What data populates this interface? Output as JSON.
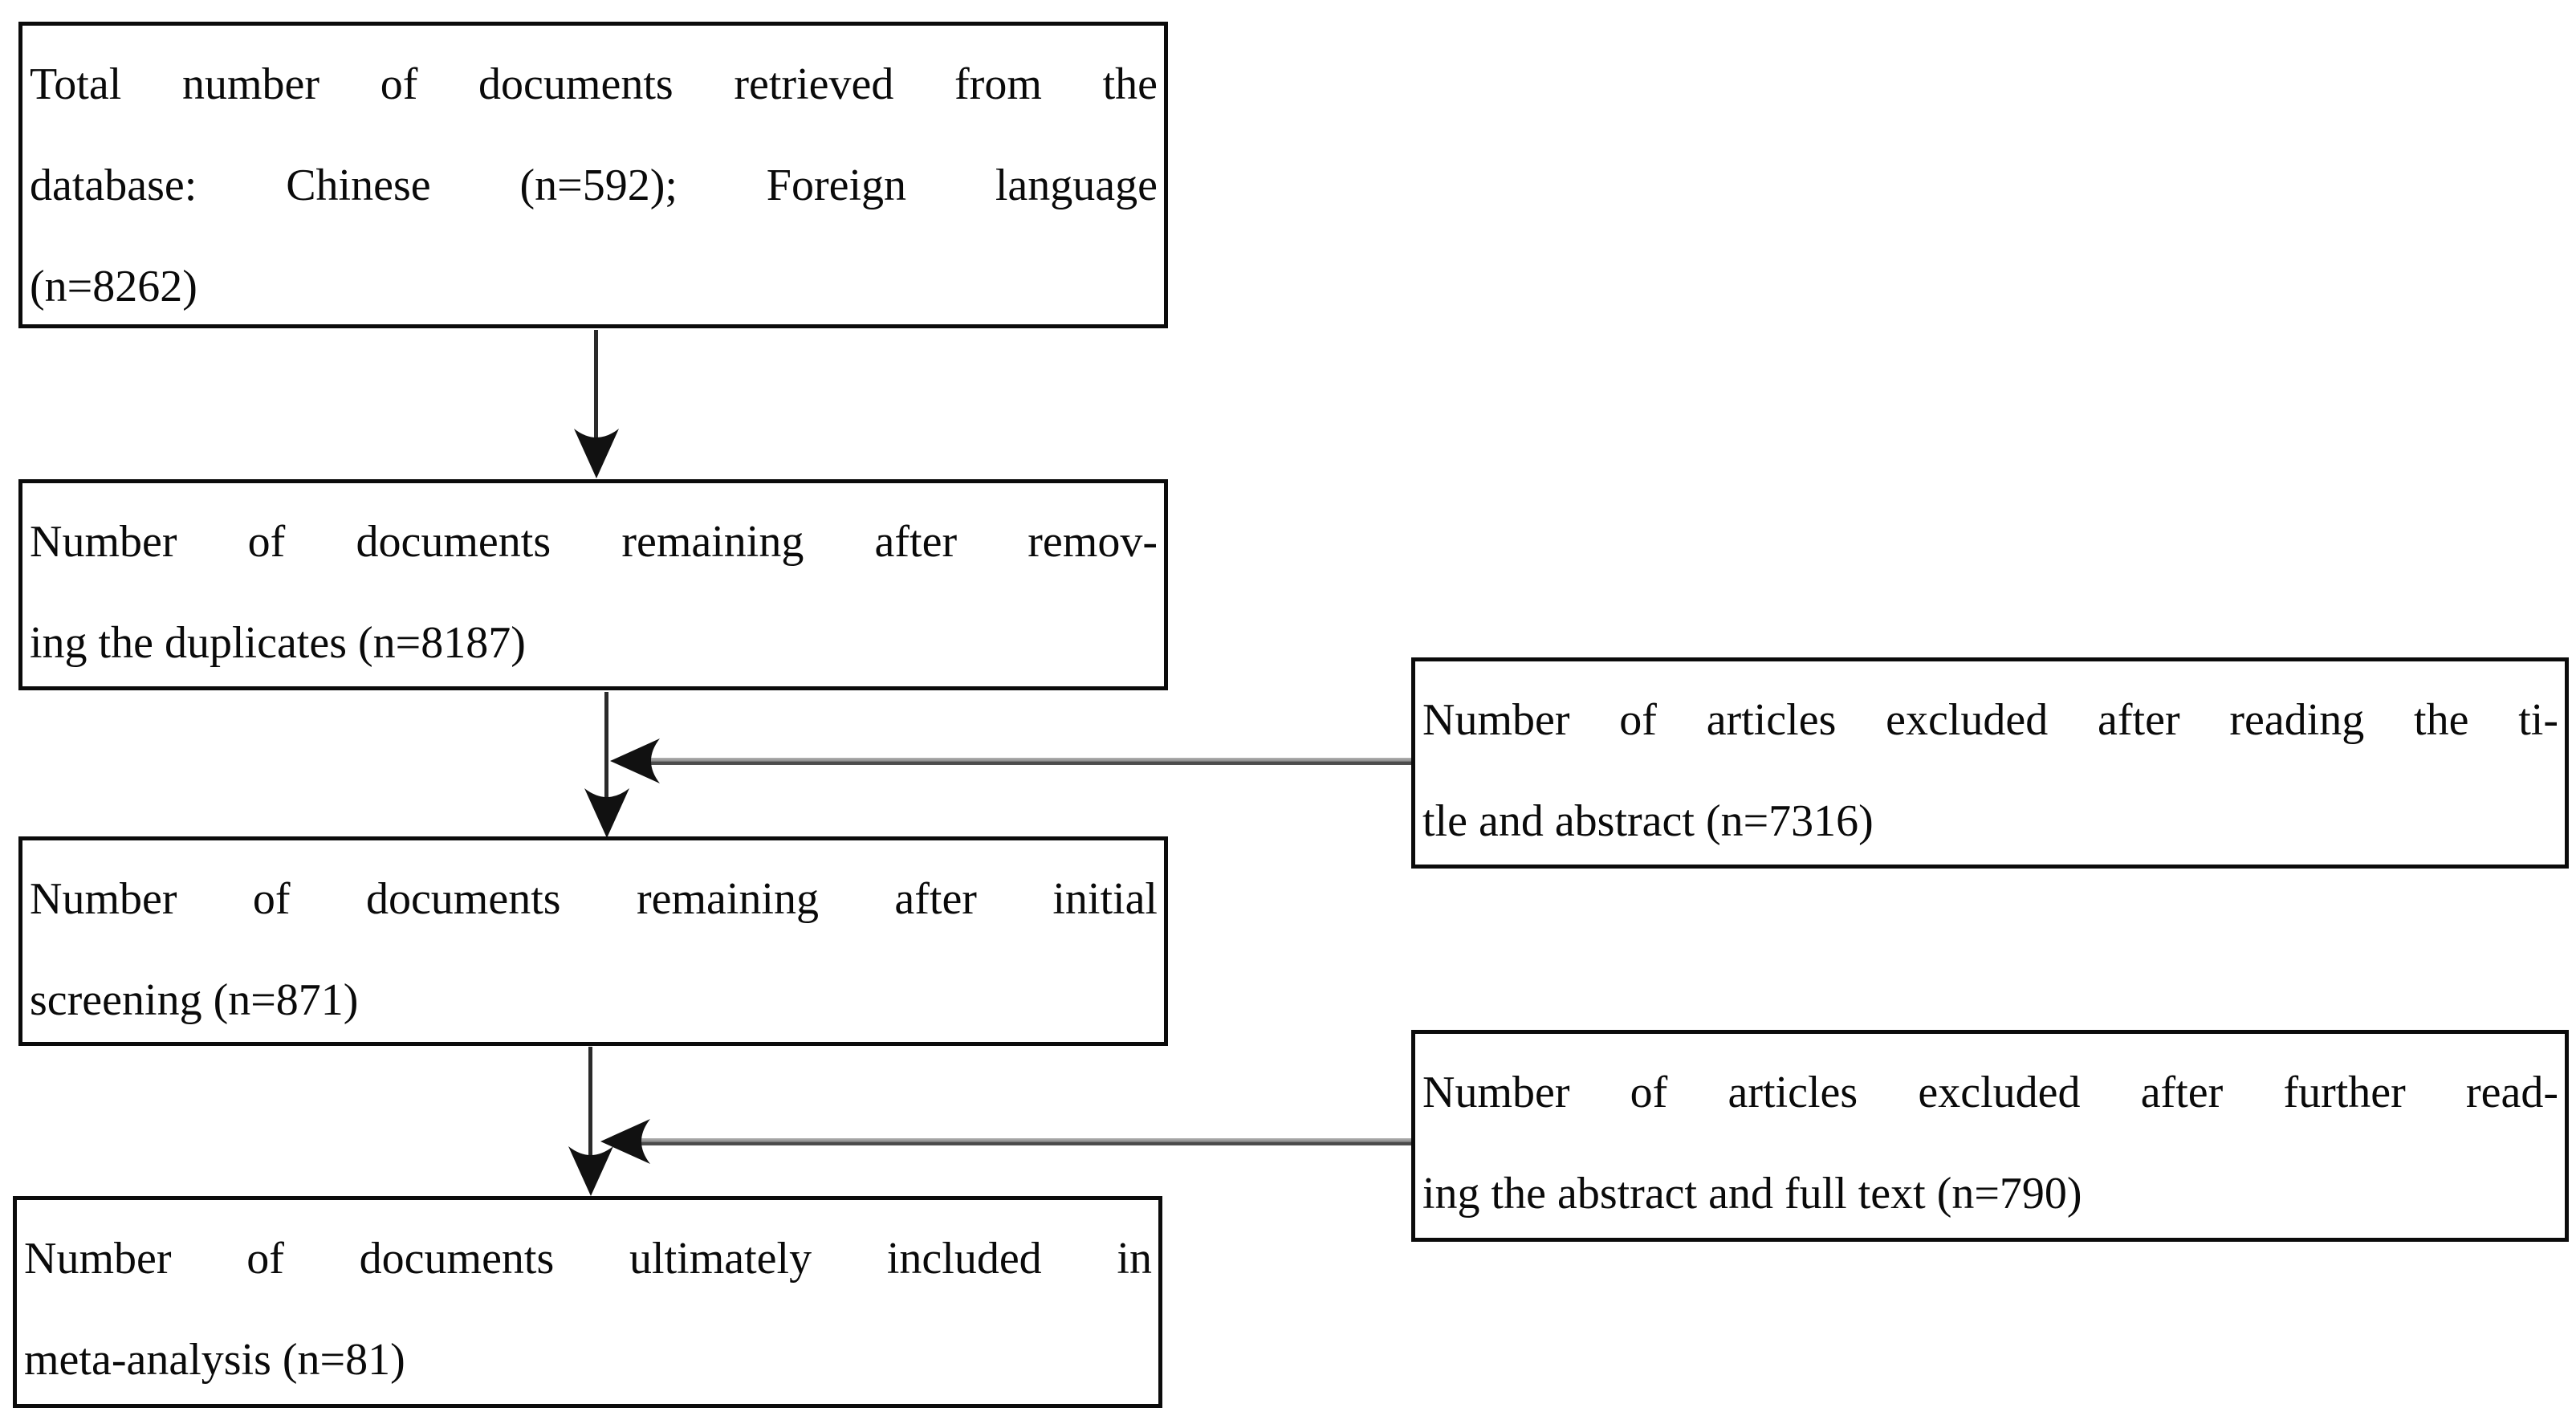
{
  "page": {
    "background": "#ffffff",
    "type": "literature-screening-flow-diagram"
  },
  "colors": {
    "box_border": "#0b0b0b",
    "text": "#0a0a0a",
    "vertical_connector": "#2a2a2a",
    "horizontal_connector_gray": "#6f6f6f",
    "arrowhead": "#111111"
  },
  "flowchart": {
    "main_boxes": [
      {
        "name": "total-retrieved",
        "lines": [
          "Total number of documents retrieved from the",
          "database: Chinese (n=592); Foreign language",
          "(n=8262)"
        ],
        "n_chinese": 592,
        "n_foreign_language": 8262
      },
      {
        "name": "after-removing-duplicates",
        "lines": [
          "Number of documents remaining after remov-",
          "ing the duplicates (n=8187)"
        ],
        "n": 8187
      },
      {
        "name": "after-initial-screening",
        "lines": [
          "Number of documents remaining after initial",
          "screening (n=871)"
        ],
        "n": 871
      },
      {
        "name": "included-in-meta-analysis",
        "lines": [
          "Number of documents ultimately included in",
          "meta-analysis (n=81)"
        ],
        "n": 81
      }
    ],
    "exclusion_boxes": [
      {
        "name": "excluded-after-title-abstract",
        "lines": [
          "Number of articles excluded after reading the ti-",
          "tle and abstract (n=7316)"
        ],
        "n": 7316
      },
      {
        "name": "excluded-after-fulltext",
        "lines": [
          "Number of articles excluded after further read-",
          "ing the abstract and full text (n=790)"
        ],
        "n": 790
      }
    ]
  }
}
